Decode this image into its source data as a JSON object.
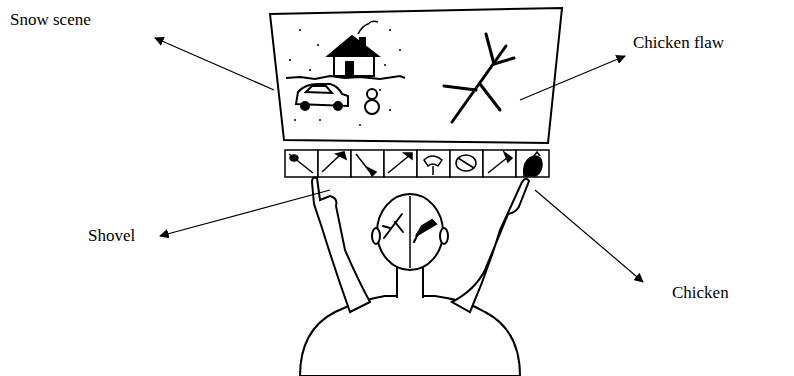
{
  "diagram": {
    "labels": [
      "Snow scene",
      "Chicken flaw",
      "Shovel",
      "Chicken"
    ]
  }
}
